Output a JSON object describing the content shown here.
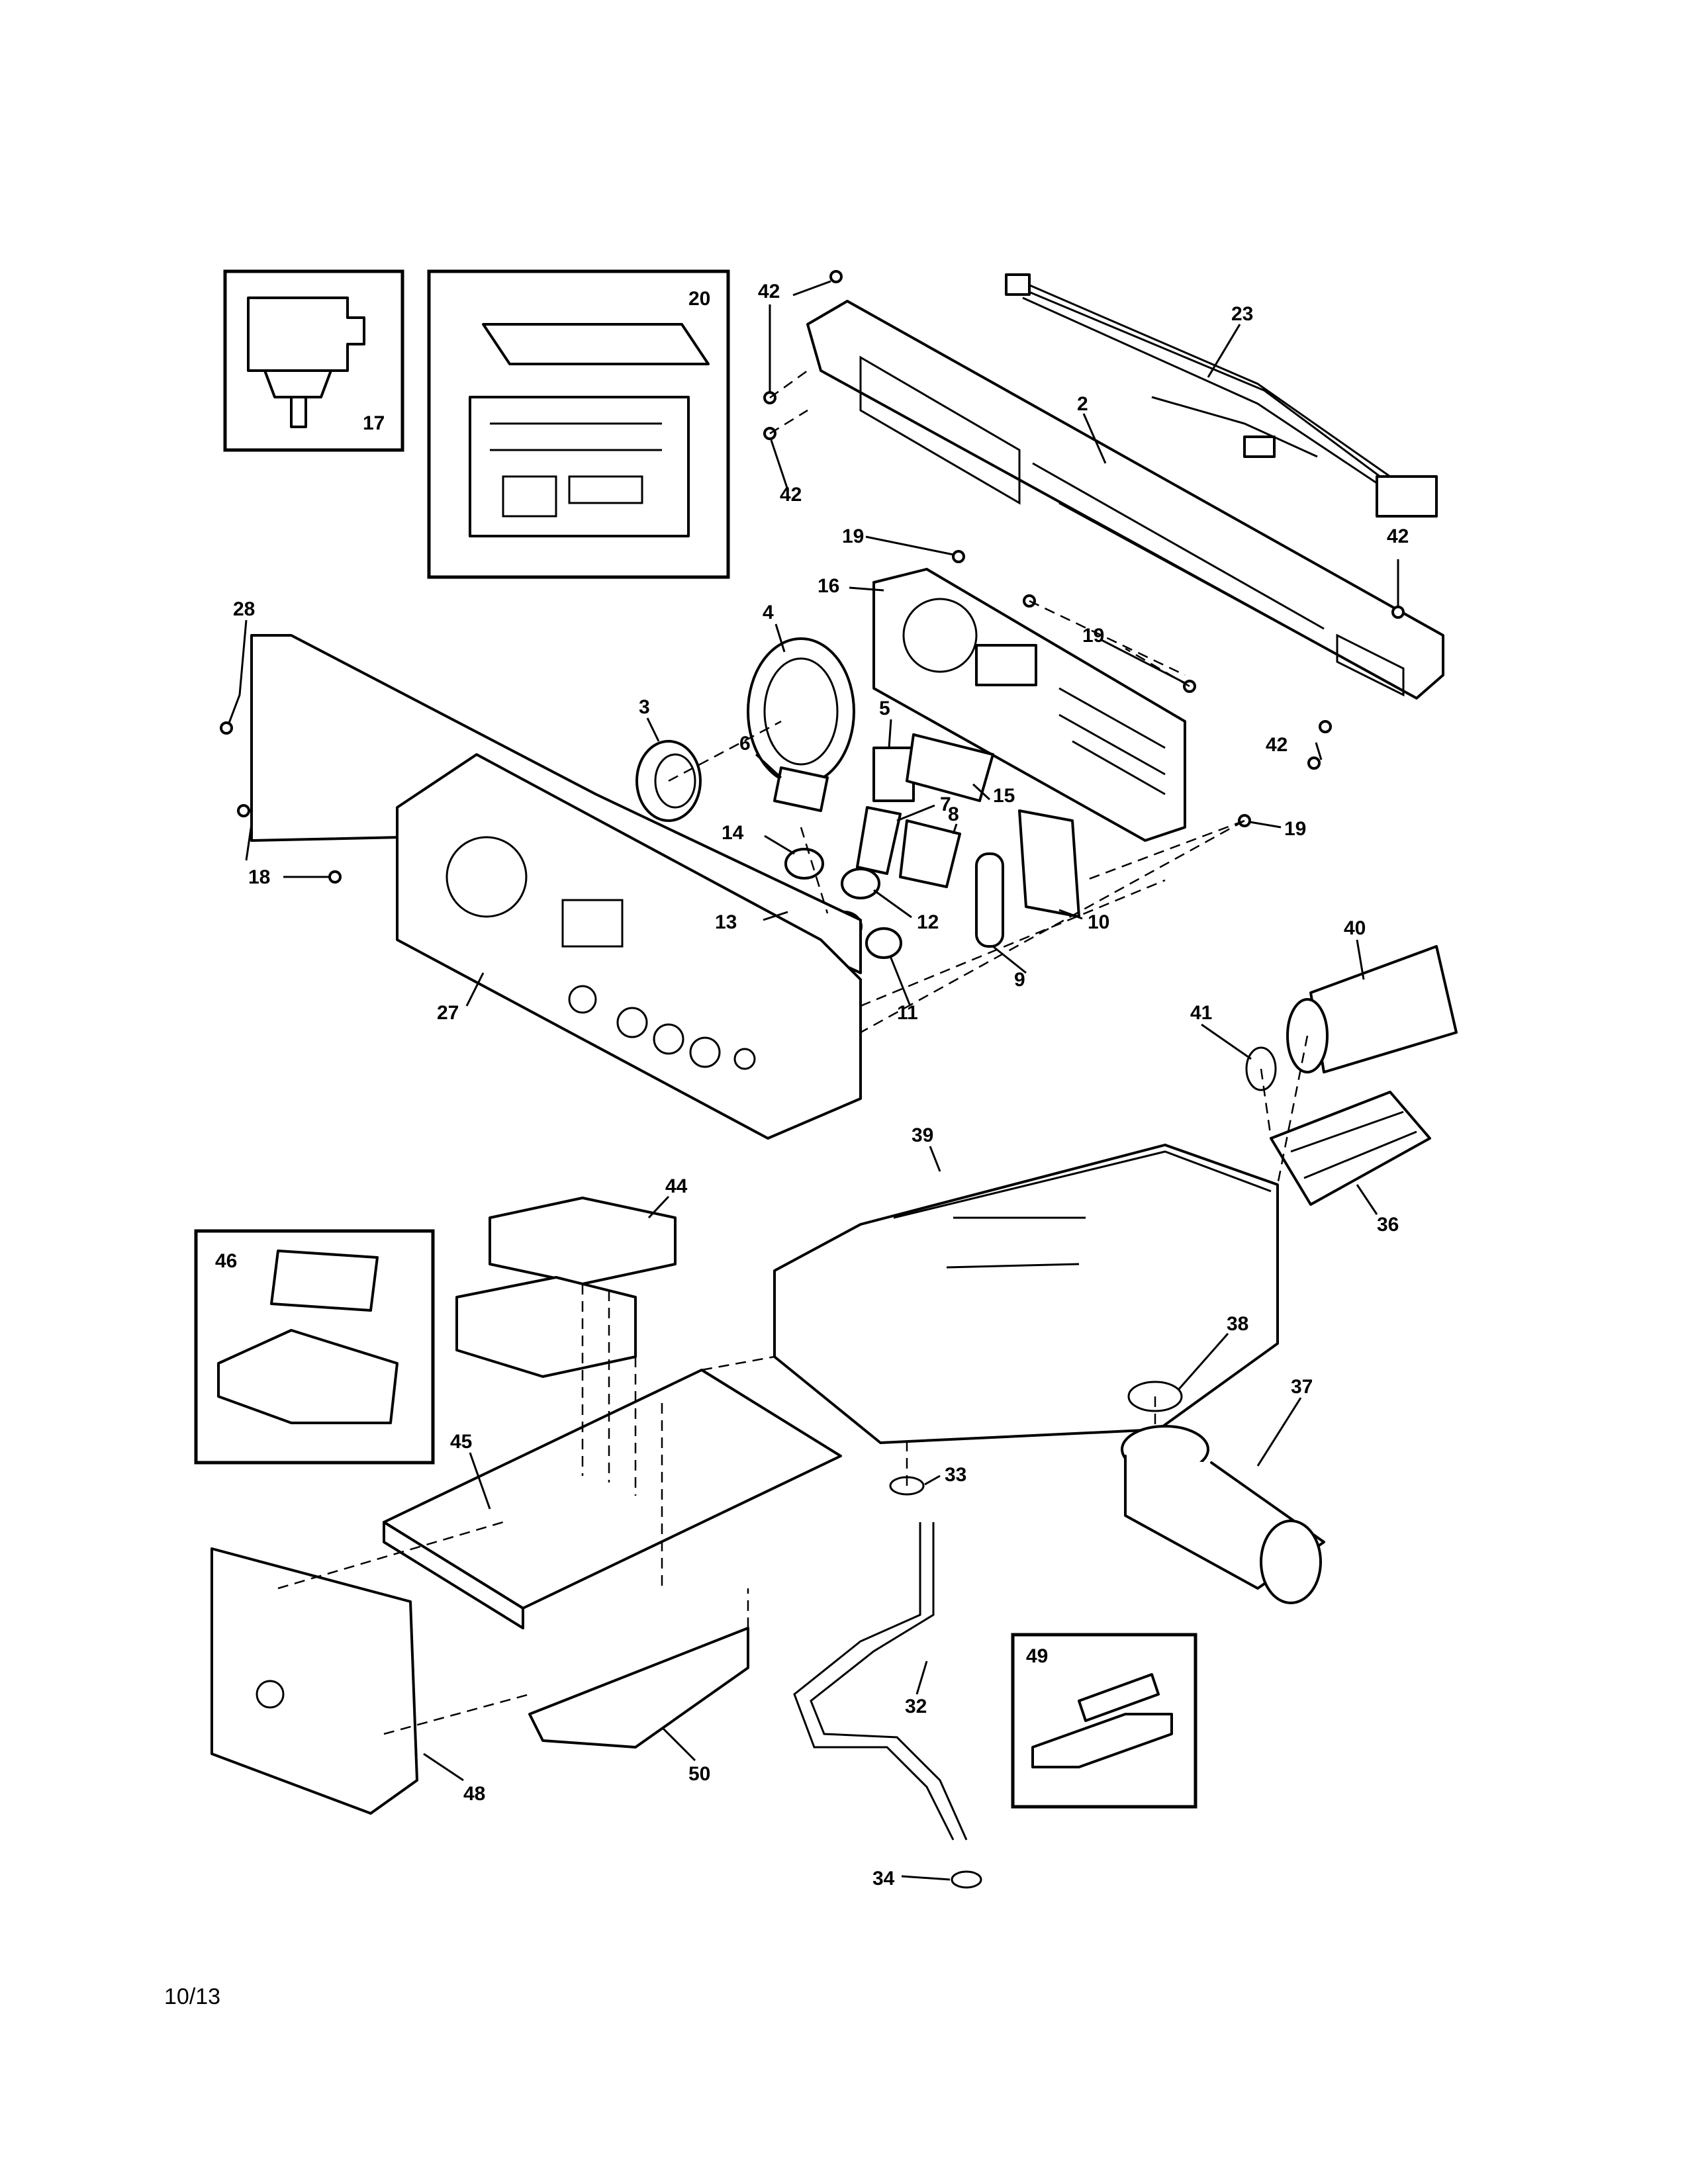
{
  "footer": {
    "page_code": "10/13"
  },
  "callouts": [
    {
      "id": "c42a",
      "label": "42"
    },
    {
      "id": "c42b",
      "label": "42"
    },
    {
      "id": "c42c",
      "label": "42"
    },
    {
      "id": "c42d",
      "label": "42"
    },
    {
      "id": "c23",
      "label": "23"
    },
    {
      "id": "c2",
      "label": "2"
    },
    {
      "id": "c17",
      "label": "17"
    },
    {
      "id": "c20",
      "label": "20"
    },
    {
      "id": "c19a",
      "label": "19"
    },
    {
      "id": "c19b",
      "label": "19"
    },
    {
      "id": "c19c",
      "label": "19"
    },
    {
      "id": "c16",
      "label": "16"
    },
    {
      "id": "c28",
      "label": "28"
    },
    {
      "id": "c4",
      "label": "4"
    },
    {
      "id": "c3",
      "label": "3"
    },
    {
      "id": "c6",
      "label": "6"
    },
    {
      "id": "c5",
      "label": "5"
    },
    {
      "id": "c15",
      "label": "15"
    },
    {
      "id": "c7",
      "label": "7"
    },
    {
      "id": "c8",
      "label": "8"
    },
    {
      "id": "c14",
      "label": "14"
    },
    {
      "id": "c18",
      "label": "18"
    },
    {
      "id": "c13",
      "label": "13"
    },
    {
      "id": "c12",
      "label": "12"
    },
    {
      "id": "c10",
      "label": "10"
    },
    {
      "id": "c9",
      "label": "9"
    },
    {
      "id": "c11",
      "label": "11"
    },
    {
      "id": "c27",
      "label": "27"
    },
    {
      "id": "c40",
      "label": "40"
    },
    {
      "id": "c41",
      "label": "41"
    },
    {
      "id": "c39",
      "label": "39"
    },
    {
      "id": "c36",
      "label": "36"
    },
    {
      "id": "c44",
      "label": "44"
    },
    {
      "id": "c46",
      "label": "46"
    },
    {
      "id": "c38",
      "label": "38"
    },
    {
      "id": "c37",
      "label": "37"
    },
    {
      "id": "c45",
      "label": "45"
    },
    {
      "id": "c33",
      "label": "33"
    },
    {
      "id": "c32",
      "label": "32"
    },
    {
      "id": "c49",
      "label": "49"
    },
    {
      "id": "c50",
      "label": "50"
    },
    {
      "id": "c48",
      "label": "48"
    },
    {
      "id": "c34",
      "label": "34"
    }
  ]
}
